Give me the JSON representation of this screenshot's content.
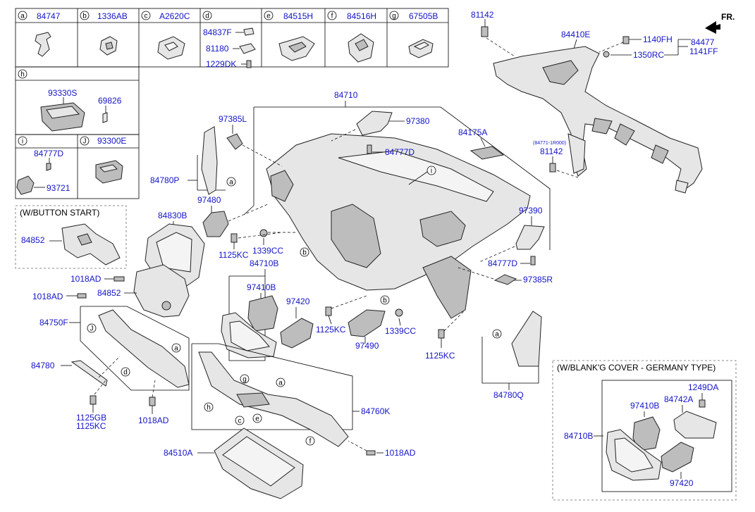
{
  "header": {
    "direction": "FR."
  },
  "legend": {
    "a": {
      "letter": "a",
      "part": "84747"
    },
    "b": {
      "letter": "b",
      "part": "1336AB"
    },
    "c": {
      "letter": "c",
      "part": "A2620C"
    },
    "d": {
      "letter": "d",
      "parts": [
        "84837F",
        "81180",
        "1229DK"
      ]
    },
    "e": {
      "letter": "e",
      "part": "84515H"
    },
    "f": {
      "letter": "f",
      "part": "84516H"
    },
    "g": {
      "letter": "g",
      "part": "67505B"
    },
    "h": {
      "letter": "h",
      "parts": [
        "93330S",
        "69826"
      ]
    },
    "i": {
      "letter": "i",
      "parts": [
        "84777D",
        "93721"
      ]
    },
    "j": {
      "letter": "J",
      "part": "93300E"
    }
  },
  "notes": {
    "button_start": "(W/BUTTON START)",
    "blanking_cover": "(W/BLANK'G COVER - GERMANY TYPE)",
    "sub_81142": "(84771-1R000)"
  },
  "callout_letters": {
    "a": "a",
    "b": "b",
    "c": "c",
    "d": "d",
    "e": "e",
    "f": "f",
    "g": "g",
    "h": "h",
    "i": "i",
    "j": "J"
  },
  "parts": {
    "p81142_top": "81142",
    "p84410E": "84410E",
    "p1140FH": "1140FH",
    "p84477": "84477",
    "p1350RC": "1350RC",
    "p1141FF": "1141FF",
    "p81142_mid": "81142",
    "p84175A": "84175A",
    "p84710": "84710",
    "p97380": "97380",
    "p84777D_a": "84777D",
    "p97385L": "97385L",
    "p84780P": "84780P",
    "p97480": "97480",
    "p84830B": "84830B",
    "p1125KC_a": "1125KC",
    "p1339CC_a": "1339CC",
    "p84852_a": "84852",
    "p1018AD_a": "1018AD",
    "p84852_b": "84852",
    "p1018AD_b": "1018AD",
    "p84710B": "84710B",
    "p97410B": "97410B",
    "p97420": "97420",
    "p1125KC_b": "1125KC",
    "p97490": "97490",
    "p1339CC_b": "1339CC",
    "p1125KC_c": "1125KC",
    "p97390": "97390",
    "p84777D_b": "84777D",
    "p97385R": "97385R",
    "p84780Q": "84780Q",
    "p84750F": "84750F",
    "p84780": "84780",
    "p1125GB": "1125GB",
    "p1125KC_d": "1125KC",
    "p1018AD_c": "1018AD",
    "p84760K": "84760K",
    "p1018AD_d": "1018AD",
    "p84510A": "84510A",
    "p1249DA": "1249DA",
    "p84742A": "84742A",
    "p97410B_g": "97410B",
    "p84710B_g": "84710B",
    "p97420_g": "97420"
  }
}
